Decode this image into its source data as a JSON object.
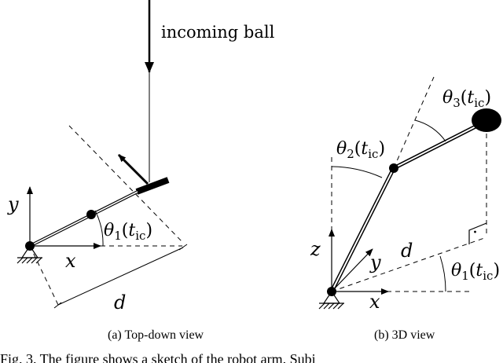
{
  "panel_a": {
    "incoming_label": "incoming ball",
    "axis_y": "y",
    "axis_x": "x",
    "angle_label": "θ",
    "angle_sub": "1",
    "time_var": "t",
    "time_sub": "ic",
    "dist_label": "d",
    "caption": "(a) Top-down view"
  },
  "panel_b": {
    "axis_z": "z",
    "axis_y": "y",
    "axis_x": "x",
    "dist_label": "d",
    "theta1": "θ",
    "theta1_sub": "1",
    "theta2": "θ",
    "theta2_sub": "2",
    "theta3": "θ",
    "theta3_sub": "3",
    "time_var": "t",
    "time_sub": "ic",
    "right_angle_dot": "·",
    "caption": "(b) 3D view"
  },
  "bottom_text": "Fig. 3.  The figure shows a sketch of the robot arm. Subi"
}
